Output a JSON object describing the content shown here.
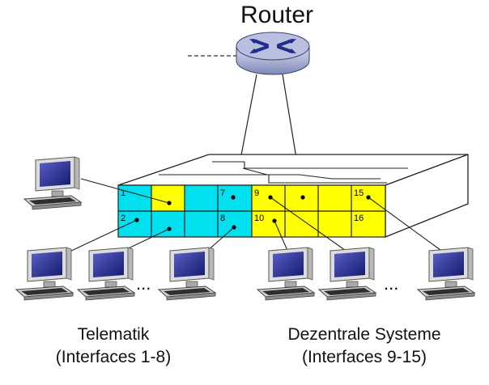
{
  "router": {
    "label": "Router"
  },
  "ports": {
    "p1": "1",
    "p2": "2",
    "p7": "7",
    "p8": "8",
    "p9": "9",
    "p10": "10",
    "p15": "15",
    "p16": "16"
  },
  "dots": {
    "left": "...",
    "right": "..."
  },
  "groups": {
    "telematik": {
      "name": "Telematik",
      "range": "(Interfaces 1-8)",
      "color": "#00e0ef"
    },
    "dezentrale": {
      "name": "Dezentrale Systeme",
      "range": "(Interfaces 9-15)",
      "color": "#ffff00"
    }
  },
  "colors": {
    "router_body": "#9aa3c8",
    "router_top": "#c9cfe6",
    "screen": "#2a2f9a"
  }
}
